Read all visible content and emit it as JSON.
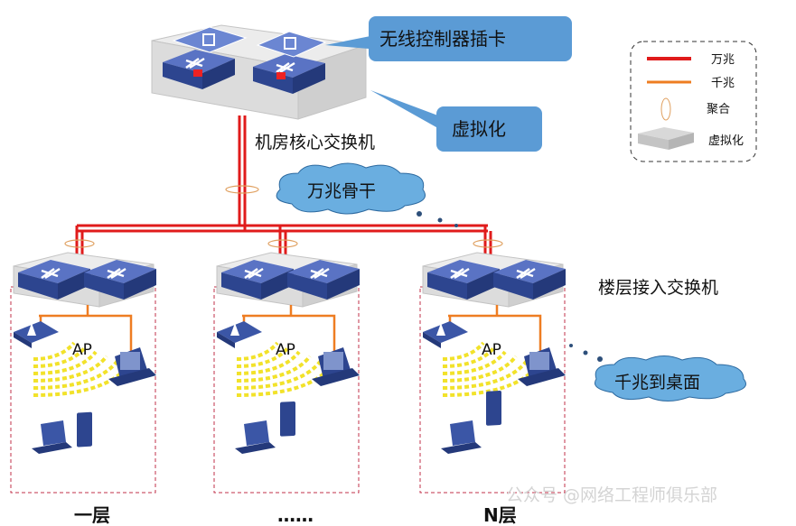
{
  "core": {
    "label": "机房核心交换机"
  },
  "callouts": {
    "controller": "无线控制器插卡",
    "virtualization": "虚拟化"
  },
  "clouds": {
    "backbone": "万兆骨干",
    "desktop": "千兆到桌面"
  },
  "access_label": "楼层接入交换机",
  "floors": [
    {
      "label": "一层",
      "ap": "AP"
    },
    {
      "label": "……",
      "ap": "AP"
    },
    {
      "label": "N层",
      "ap": "AP"
    }
  ],
  "legend": {
    "items": [
      {
        "label": "万兆",
        "color": "#e01b1b"
      },
      {
        "label": "千兆",
        "color": "#ee7d22"
      },
      {
        "label": "聚合",
        "color": "#e0a060"
      },
      {
        "label": "虚拟化",
        "color": "#b9b9b9"
      }
    ]
  },
  "watermark": "公众号 @网络工程师俱乐部",
  "colors": {
    "callout": "#5b9bd5",
    "cloud": "#6aaee0",
    "switch": "#3b56a6",
    "tenG": "#e01b1b",
    "oneG": "#ee7d22",
    "dash": "#c0304a"
  }
}
